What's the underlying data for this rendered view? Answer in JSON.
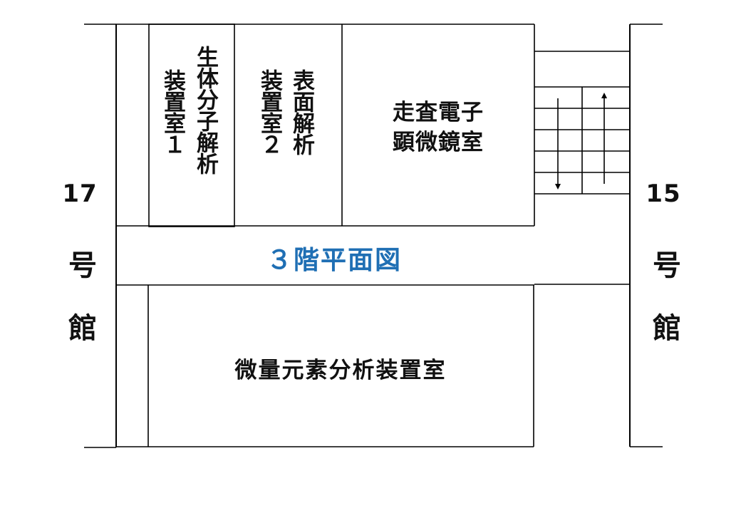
{
  "title": "３階平面図",
  "colors": {
    "title": "#1f6fb4",
    "walls": "#000000",
    "text": "#111111"
  },
  "left_building": {
    "number": "17",
    "suffix_chars": [
      "号",
      "館"
    ]
  },
  "right_building": {
    "number": "15",
    "suffix_chars": [
      "号",
      "館"
    ]
  },
  "rooms": {
    "bio_molecular": {
      "columns": [
        "生体分子解析",
        "装置室１"
      ]
    },
    "surface_analysis": {
      "columns": [
        "表面解析",
        "装置室２"
      ]
    },
    "sem": {
      "lines": [
        "走査電子",
        "顕微鏡室"
      ]
    },
    "micro_element": {
      "label": "微量元素分析装置室"
    }
  },
  "stairs": {
    "arrows": [
      "down",
      "up"
    ]
  }
}
